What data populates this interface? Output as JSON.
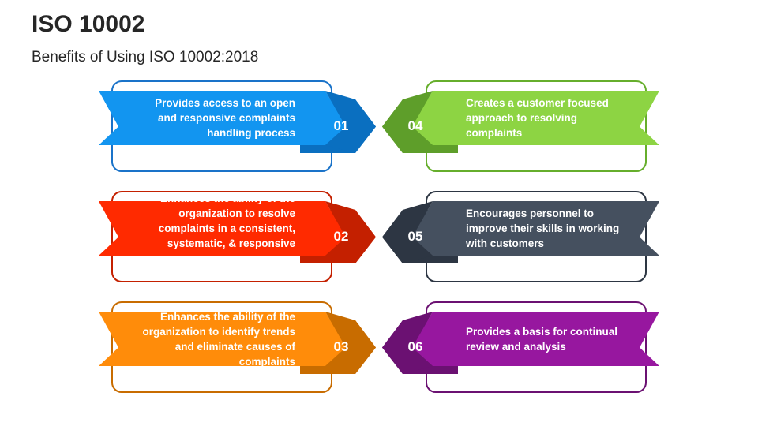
{
  "header": {
    "title": "ISO 10002",
    "subtitle": "Benefits of Using ISO 10002:2018"
  },
  "benefits": [
    {
      "number": "01",
      "text": "Provides access to an open and responsive complaints handling process",
      "side": "left",
      "color_main": "#1295F0",
      "color_dark": "#0A6FC0",
      "color_outline": "#1A73C9"
    },
    {
      "number": "02",
      "text": "Enhances the ability of the organization to resolve complaints in a consistent, systematic, & responsive manner",
      "side": "left",
      "color_main": "#FF2A00",
      "color_dark": "#C42000",
      "color_outline": "#C42000"
    },
    {
      "number": "03",
      "text": "Enhances the ability of the organization to identify trends and eliminate causes of complaints",
      "side": "left",
      "color_main": "#FF8C0A",
      "color_dark": "#C86C00",
      "color_outline": "#C86C00"
    },
    {
      "number": "04",
      "text": "Creates a customer focused approach to resolving complaints",
      "side": "right",
      "color_main": "#8DD443",
      "color_dark": "#5E9E2A",
      "color_outline": "#66AE2C"
    },
    {
      "number": "05",
      "text": "Encourages personnel to improve their skills in working with customers",
      "side": "right",
      "color_main": "#45505F",
      "color_dark": "#2D3643",
      "color_outline": "#2D3643"
    },
    {
      "number": "06",
      "text": "Provides a basis for continual review and analysis",
      "side": "right",
      "color_main": "#97179F",
      "color_dark": "#6B1172",
      "color_outline": "#6B1172"
    }
  ]
}
